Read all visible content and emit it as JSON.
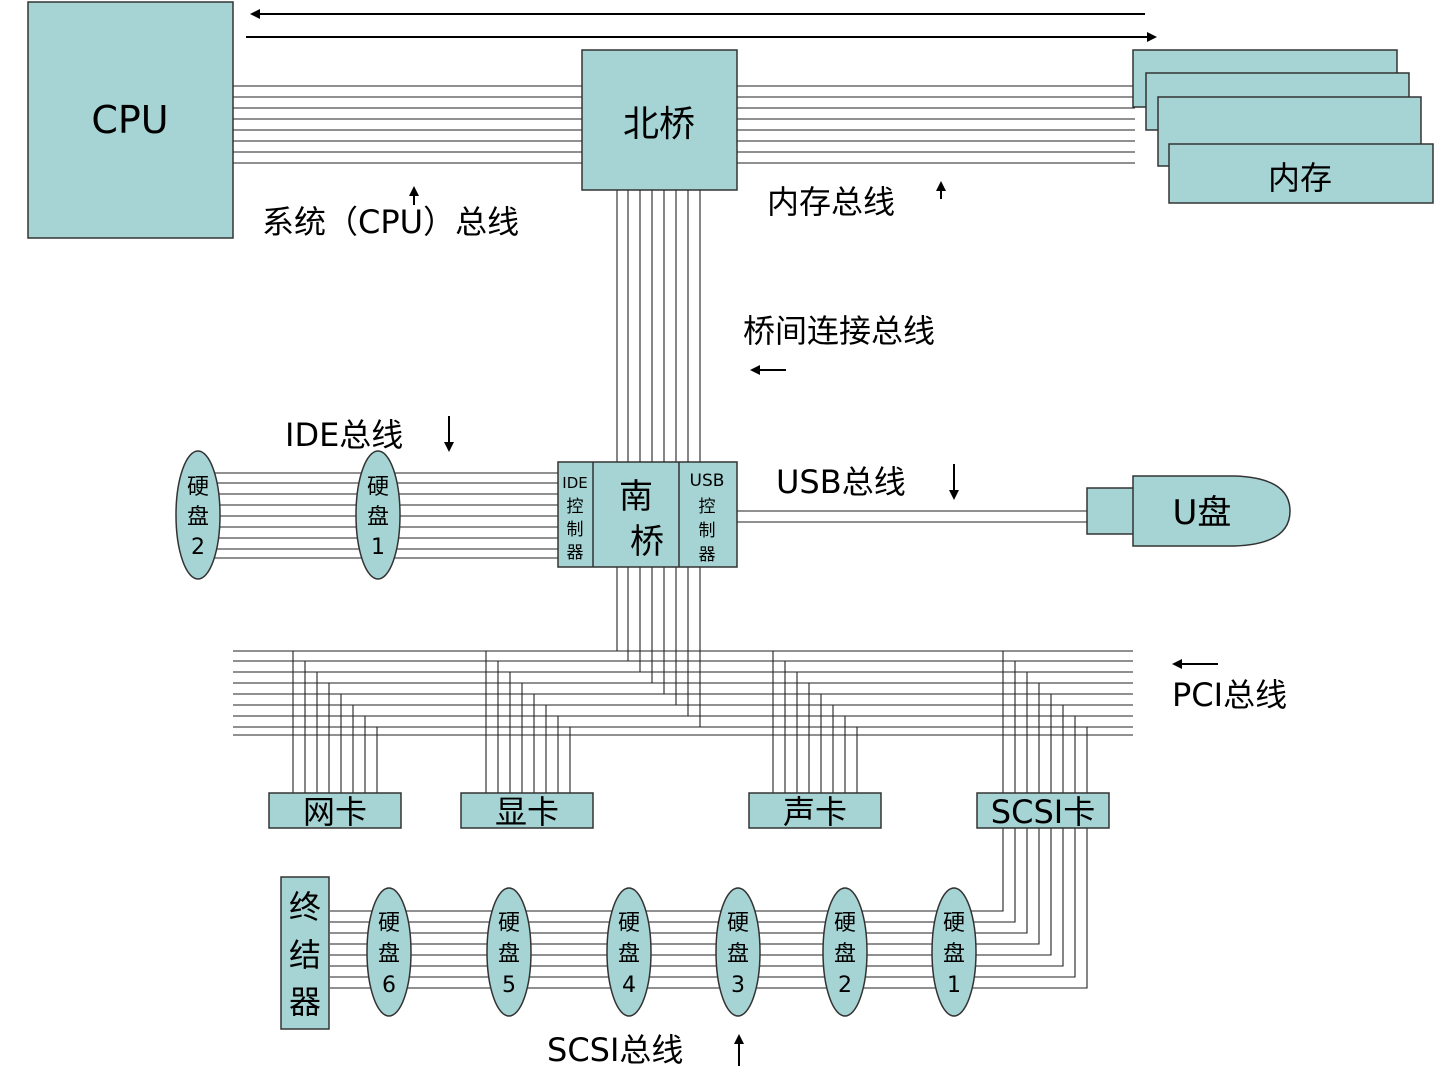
{
  "nodes": {
    "cpu": "CPU",
    "north_bridge": "北桥",
    "memory": "内存",
    "south_bridge": [
      "南",
      "桥"
    ],
    "ide_controller": [
      "IDE",
      "控",
      "制",
      "器"
    ],
    "usb_controller": [
      "USB",
      "控",
      "制",
      "器"
    ],
    "usb_disk": "U盘",
    "network_card": "网卡",
    "display_card": "显卡",
    "sound_card": "声卡",
    "scsi_card": "SCSI卡",
    "terminator": [
      "终",
      "结",
      "器"
    ]
  },
  "ide_disks": [
    {
      "chars": [
        "硬",
        "盘",
        "2"
      ]
    },
    {
      "chars": [
        "硬",
        "盘",
        "1"
      ]
    }
  ],
  "scsi_disks": [
    {
      "chars": [
        "硬",
        "盘",
        "6"
      ]
    },
    {
      "chars": [
        "硬",
        "盘",
        "5"
      ]
    },
    {
      "chars": [
        "硬",
        "盘",
        "4"
      ]
    },
    {
      "chars": [
        "硬",
        "盘",
        "3"
      ]
    },
    {
      "chars": [
        "硬",
        "盘",
        "2"
      ]
    },
    {
      "chars": [
        "硬",
        "盘",
        "1"
      ]
    }
  ],
  "bus_labels": {
    "system_bus": "系统（CPU）总线",
    "memory_bus": "内存总线",
    "bridge_bus": "桥间连接总线",
    "ide_bus": "IDE总线",
    "usb_bus": "USB总线",
    "pci_bus": "PCI总线",
    "scsi_bus": "SCSI总线"
  },
  "colors": {
    "component_fill": "#a6d4d4",
    "line": "#222222"
  }
}
